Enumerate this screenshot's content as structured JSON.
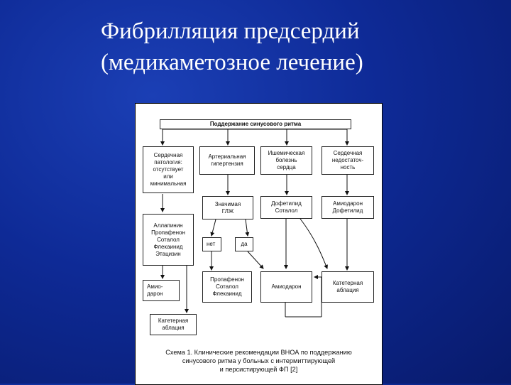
{
  "slide": {
    "title_line1": "Фибрилляция предсердий",
    "title_line2": "(медикаметозное лечение)"
  },
  "diagram": {
    "top": "Поддержание синусового ритма",
    "cat_pathology": "Сердечная\nпатология:\nотсутствует\nили\nминимальная",
    "cat_hypertension": "Артериальная\nгипертензия",
    "cat_ischemic": "Ишемическая\nболезнь\nсердца",
    "cat_heart_failure": "Сердечная\nнедостаточ-\nность",
    "lvh": "Значимая\nГЛЖ",
    "ischemic_drugs": "Дофетилид\nСоталол",
    "hf_drugs": "Амиодарон\nДофетилид",
    "no": "нет",
    "yes": "да",
    "pathology_drugs": "Аллапинин\nПропафенон\nСоталол\nФлекаинид\nЭтацизин",
    "amio_left": "Амио-\nдарон",
    "ablation_left": "Катетерная\nаблация",
    "hyp_drugs": "Пропафенон\nСоталол\nФлекаинид",
    "amiodarone": "Амиодарон",
    "ablation_right": "Катетерная\nаблация",
    "caption": "Схема 1. Клинические рекомендации ВНОА по поддержанию\nсинусового ритма у больных с интермиттирующей\nи персистирующей ФП [2]"
  }
}
